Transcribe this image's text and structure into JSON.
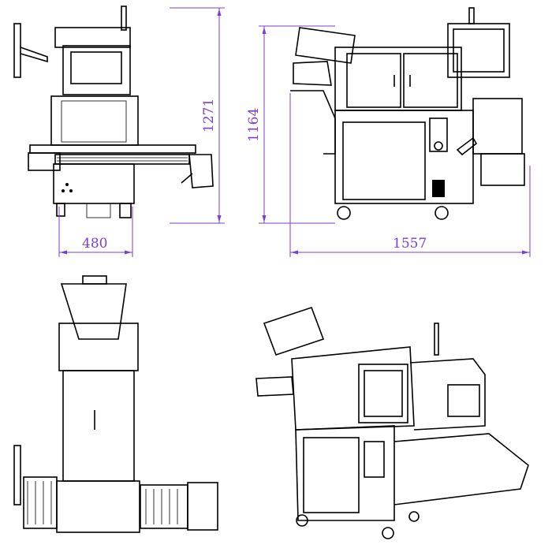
{
  "dimensions": {
    "front_height": "1271",
    "front_width": "480",
    "side_height": "1164",
    "side_width": "1557"
  },
  "colors": {
    "dimension": "#7b3fd0",
    "linework": "#000000"
  }
}
